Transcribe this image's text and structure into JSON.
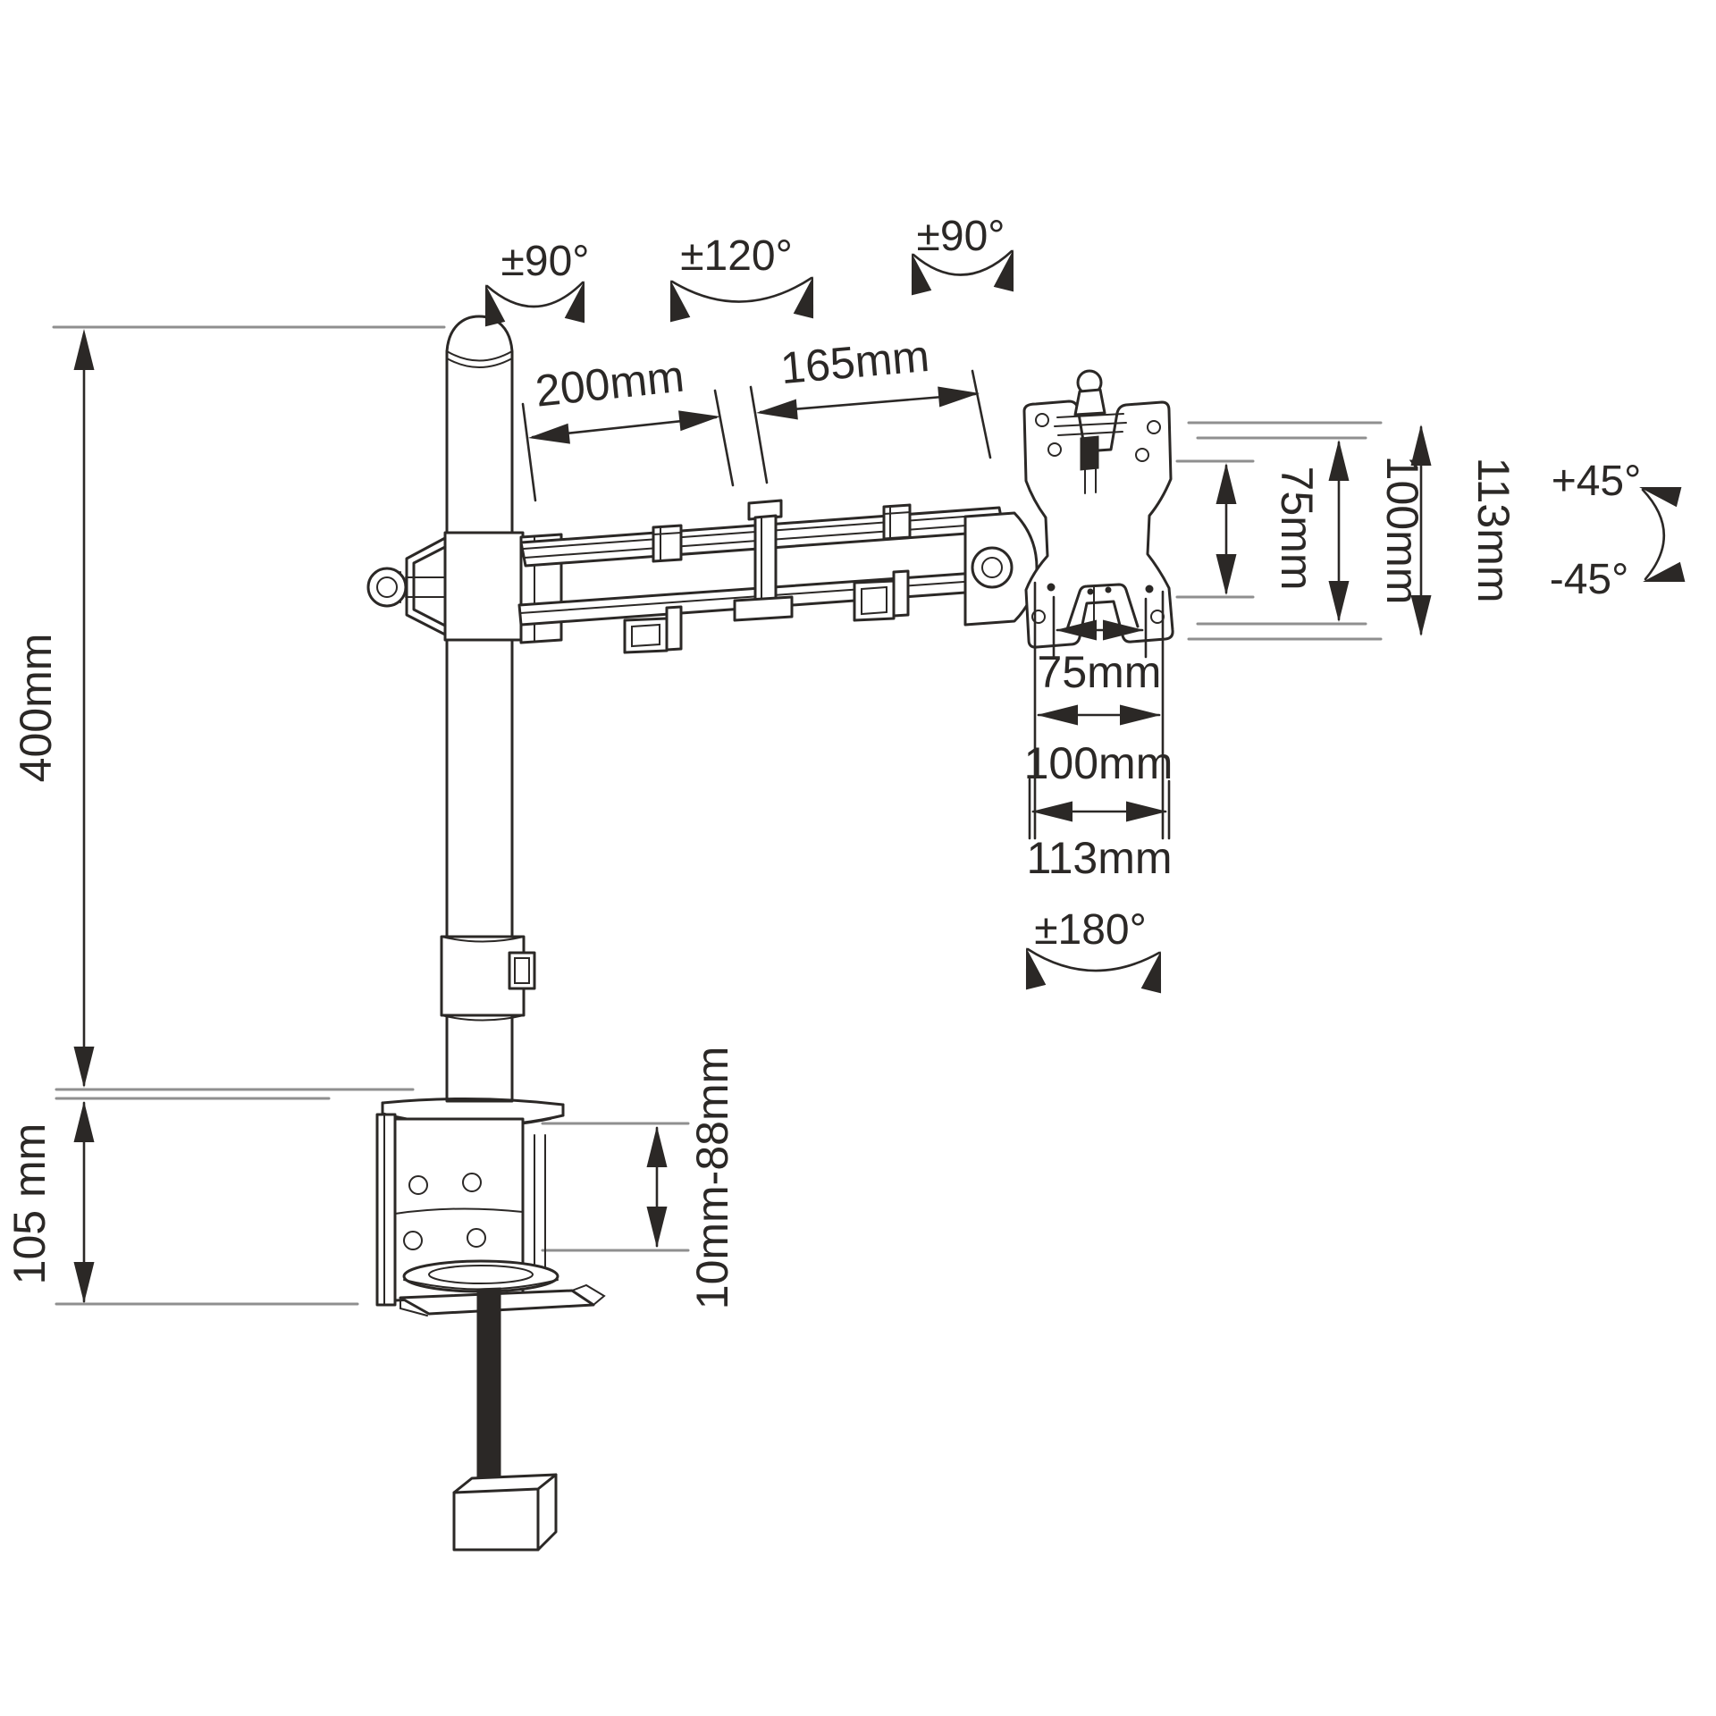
{
  "diagram": {
    "name": "monitor-desk-mount-dimension-drawing",
    "background": "#ffffff",
    "line_color": "#2b2826",
    "reference_line_color": "#8f8f8f",
    "rotation_labels": {
      "pole_swivel": "±90°",
      "elbow_swivel": "±120°",
      "head_swivel": "±90°",
      "tilt_up": "+45°",
      "tilt_down": "-45°",
      "screen_rotation": "±180°"
    },
    "dimension_labels": {
      "pole_height": "400mm",
      "arm_segment_front": "200mm",
      "arm_segment_rear": "165mm",
      "vesa_vertical_75": "75mm",
      "vesa_vertical_100": "100mm",
      "plate_height_113": "113mm",
      "vesa_horizontal_75": "75mm",
      "vesa_horizontal_100": "100mm",
      "plate_width_113": "113mm",
      "under_desk_clearance": "105 mm",
      "clamp_opening_range": "10mm-88mm"
    }
  }
}
